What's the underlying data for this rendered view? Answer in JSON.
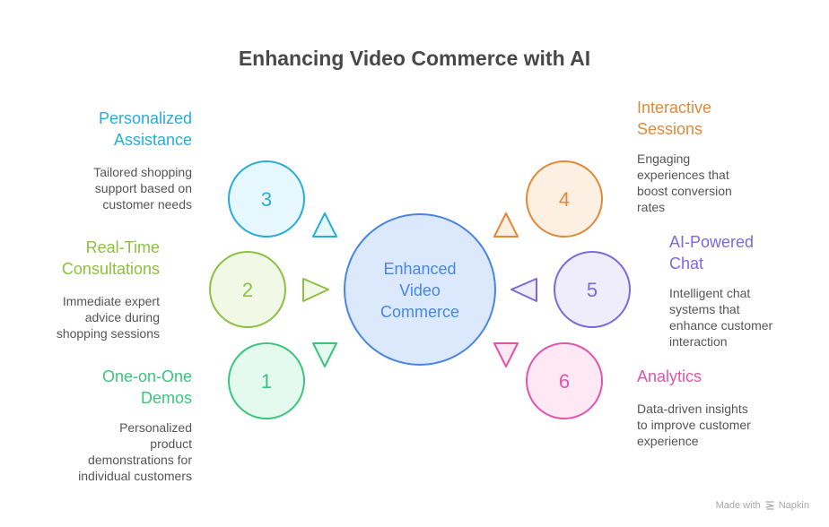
{
  "title": "Enhancing Video Commerce with AI",
  "center": {
    "label_lines": [
      "Enhanced",
      "Video",
      "Commerce"
    ],
    "color": "#4a86e0",
    "fill": "#dce8fb"
  },
  "items": [
    {
      "number": "3",
      "title_lines": [
        "Personalized",
        "Assistance"
      ],
      "desc_lines": [
        "Tailored shopping",
        "support based on",
        "customer needs"
      ],
      "color": "#29acd9",
      "fill": "#e6f7fd"
    },
    {
      "number": "2",
      "title_lines": [
        "Real-Time",
        "Consultations"
      ],
      "desc_lines": [
        "Immediate expert",
        "advice during",
        "shopping sessions"
      ],
      "color": "#8cc03f",
      "fill": "#f1f9e6"
    },
    {
      "number": "1",
      "title_lines": [
        "One-on-One",
        "Demos"
      ],
      "desc_lines": [
        "Personalized",
        "product",
        "demonstrations for",
        "individual customers"
      ],
      "color": "#3cc47c",
      "fill": "#e5faef"
    },
    {
      "number": "4",
      "title_lines": [
        "Interactive",
        "Sessions"
      ],
      "desc_lines": [
        "Engaging",
        "experiences that",
        "boost conversion",
        "rates"
      ],
      "color": "#e0893a",
      "fill": "#fdefe2"
    },
    {
      "number": "5",
      "title_lines": [
        "AI-Powered",
        "Chat"
      ],
      "desc_lines": [
        "Intelligent chat",
        "systems that",
        "enhance customer",
        "interaction"
      ],
      "color": "#7b68e0",
      "fill": "#efedfc"
    },
    {
      "number": "6",
      "title_lines": [
        "Analytics"
      ],
      "desc_lines": [
        "Data-driven insights",
        "to improve customer",
        "experience"
      ],
      "color": "#e055aa",
      "fill": "#fde8f4"
    }
  ],
  "footer": {
    "text": "Made with",
    "brand": "Napkin",
    "icon": "napkin-logo-icon"
  }
}
